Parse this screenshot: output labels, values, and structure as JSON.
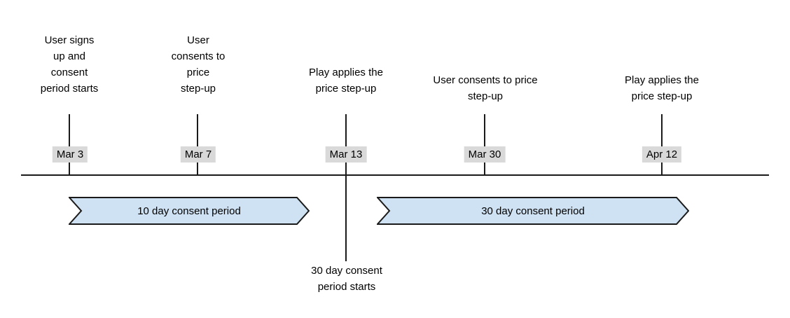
{
  "colors": {
    "banner_fill": "#cfe2f3",
    "banner_border": "#1a1a1a",
    "axis_line": "#1a1a1a",
    "date_badge_bg": "#d9d9d9",
    "text": "#000000"
  },
  "timeline": {
    "events": [
      {
        "date": "Mar 3",
        "label": "User signs\nup and\nconsent\nperiod starts"
      },
      {
        "date": "Mar 7",
        "label": "User\nconsents to\nprice\nstep-up"
      },
      {
        "date": "Mar 13",
        "label": "Play applies the\nprice step-up",
        "below_label": "30 day consent\nperiod starts"
      },
      {
        "date": "Mar 30",
        "label": "User consents to price\nstep-up"
      },
      {
        "date": "Apr 12",
        "label": "Play applies the\nprice step-up"
      }
    ],
    "periods": [
      {
        "label": "10 day consent period"
      },
      {
        "label": "30 day consent period"
      }
    ]
  }
}
